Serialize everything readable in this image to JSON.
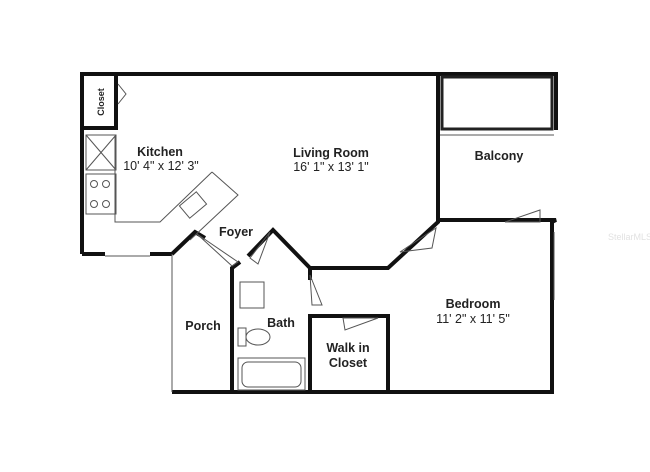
{
  "rooms": {
    "closet": {
      "label": "Closet"
    },
    "kitchen": {
      "label": "Kitchen",
      "dimensions": "10' 4\" x 12' 3\""
    },
    "living_room": {
      "label": "Living Room",
      "dimensions": "16' 1\" x 13' 1\""
    },
    "balcony": {
      "label": "Balcony"
    },
    "foyer": {
      "label": "Foyer"
    },
    "porch": {
      "label": "Porch"
    },
    "bath": {
      "label": "Bath"
    },
    "walk_in_closet": {
      "label_line1": "Walk in",
      "label_line2": "Closet"
    },
    "bedroom": {
      "label": "Bedroom",
      "dimensions": "11' 2\" x 11' 5\""
    }
  },
  "watermark": "StellarMLS",
  "colors": {
    "wall": "#111111",
    "line": "#555555",
    "background": "#ffffff"
  }
}
